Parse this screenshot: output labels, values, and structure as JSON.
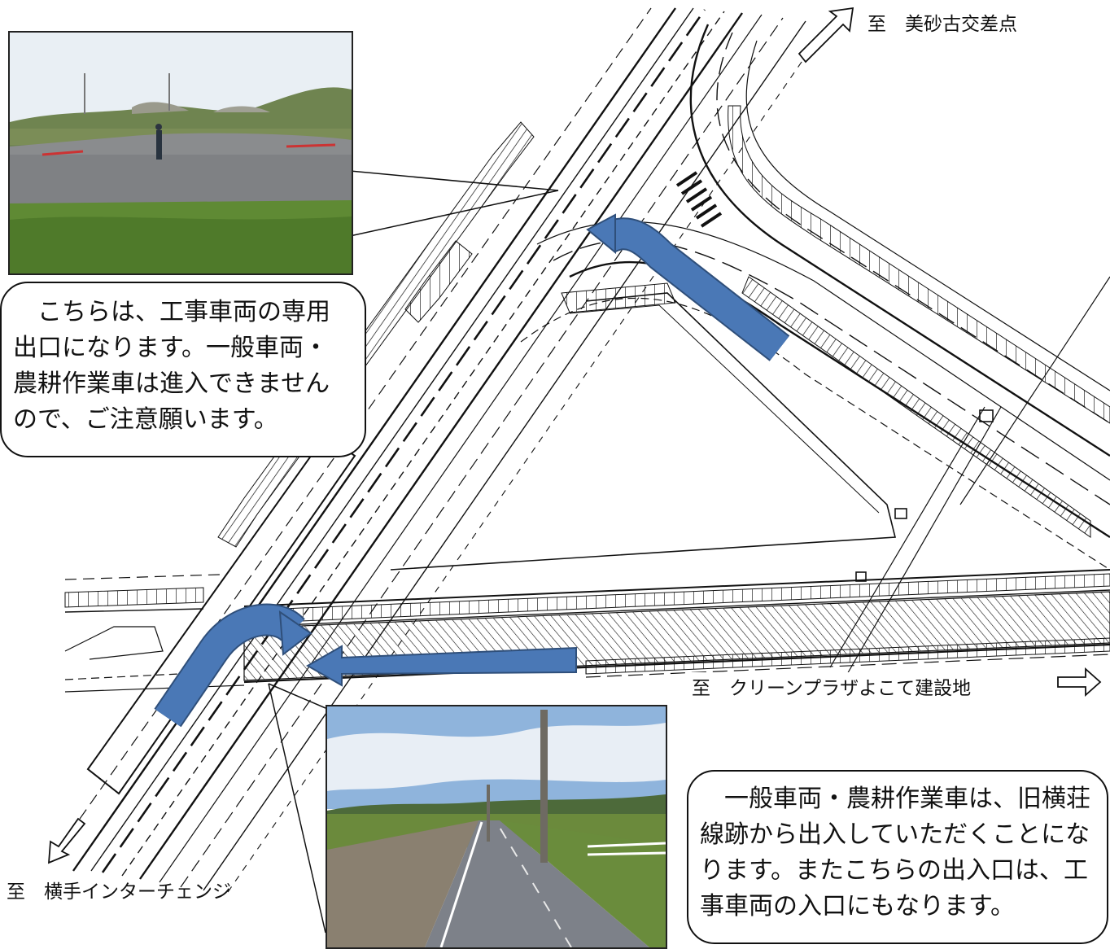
{
  "labels": {
    "to_misago": "至　美砂古交差点",
    "to_clean_plaza": "至　クリーンプラザよこて建設地",
    "to_yokote_ic": "至　横手インターチェンジ"
  },
  "callouts": {
    "exit_notice": "　こちらは、工事車両の専用出口になります。一般車両・農耕作業車は進入できませんので、ご注意願います。",
    "entrance_notice": "　一般車両・農耕作業車は、旧横荘線跡から出入していただくことになります。またこちらの出入口は、工事車両の入口にもなります。"
  },
  "colors": {
    "route_arrow": "#4a78b6",
    "route_arrow_border": "#2f4f7a",
    "drawing_line": "#111111",
    "callout_border": "#111111"
  },
  "icons": {
    "direction_arrow": "outline-arrow-icon"
  }
}
